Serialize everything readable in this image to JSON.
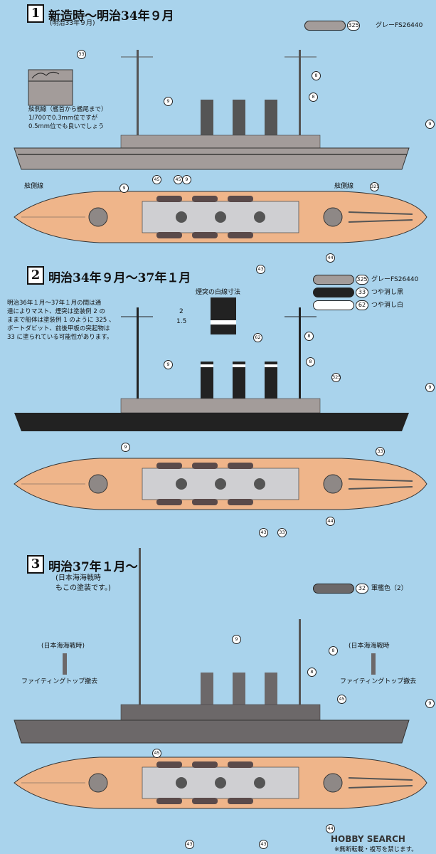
{
  "colors": {
    "background": "#a9d3ec",
    "grey_fs26440": "#a39c9a",
    "gloss_black": "#222222",
    "gloss_white": "#ffffff",
    "warship_color_2": "#6c6869",
    "deck": "#efb58a"
  },
  "section1": {
    "number": "1",
    "title": "新造時〜明治34年９月",
    "subtitle": "(明治33年９月)",
    "legend_code": "325",
    "legend_label": "グレーFS26440",
    "inset_note": "舷側線（艦首から艦尾まで）\n1/700で0.3mm位ですが\n0.5mm位でも良いでしょう",
    "label_left": "舷側線",
    "label_right": "舷側線"
  },
  "section2": {
    "number": "2",
    "title": "明治34年９月〜37年１月",
    "legend": [
      {
        "code": "325",
        "label": "グレーFS26440"
      },
      {
        "code": "33",
        "label": "つや消し黒"
      },
      {
        "code": "62",
        "label": "つや消し白"
      }
    ],
    "note": "明治36年１月〜37年１月の間は通\n達によりマスト、煙突は塗装例 2 の\nままで船体は塗装例 1 のように 325 、\nボートダビット、前後甲板の突起物は\n33 に塗られている可能性があります。",
    "funnel_title": "煙突の白線寸法",
    "funnel_dim1": "2",
    "funnel_dim2": "1.5"
  },
  "section3": {
    "number": "3",
    "title": "明治37年１月〜",
    "subtitle": "(日本海海戦時\nもこの塗装です。)",
    "legend_code": "32",
    "legend_label": "軍艦色（2）",
    "left_top": "(日本海海戦時)",
    "left_bottom": "ファイティングトップ撤去",
    "right_top": "(日本海海戦時",
    "right_bottom": "ファイティングトップ撤去"
  },
  "callouts": [
    "33",
    "9",
    "45",
    "9",
    "8",
    "8",
    "9",
    "325",
    "9",
    "45",
    "44",
    "43",
    "9",
    "62",
    "8",
    "8",
    "325",
    "9",
    "9",
    "44",
    "43",
    "33",
    "33",
    "9",
    "8",
    "45",
    "8",
    "9",
    "45",
    "44",
    "43",
    "43"
  ],
  "footer": {
    "logo": "HOBBY SEARCH",
    "notice": "※無断転載・複写を禁じます。"
  }
}
